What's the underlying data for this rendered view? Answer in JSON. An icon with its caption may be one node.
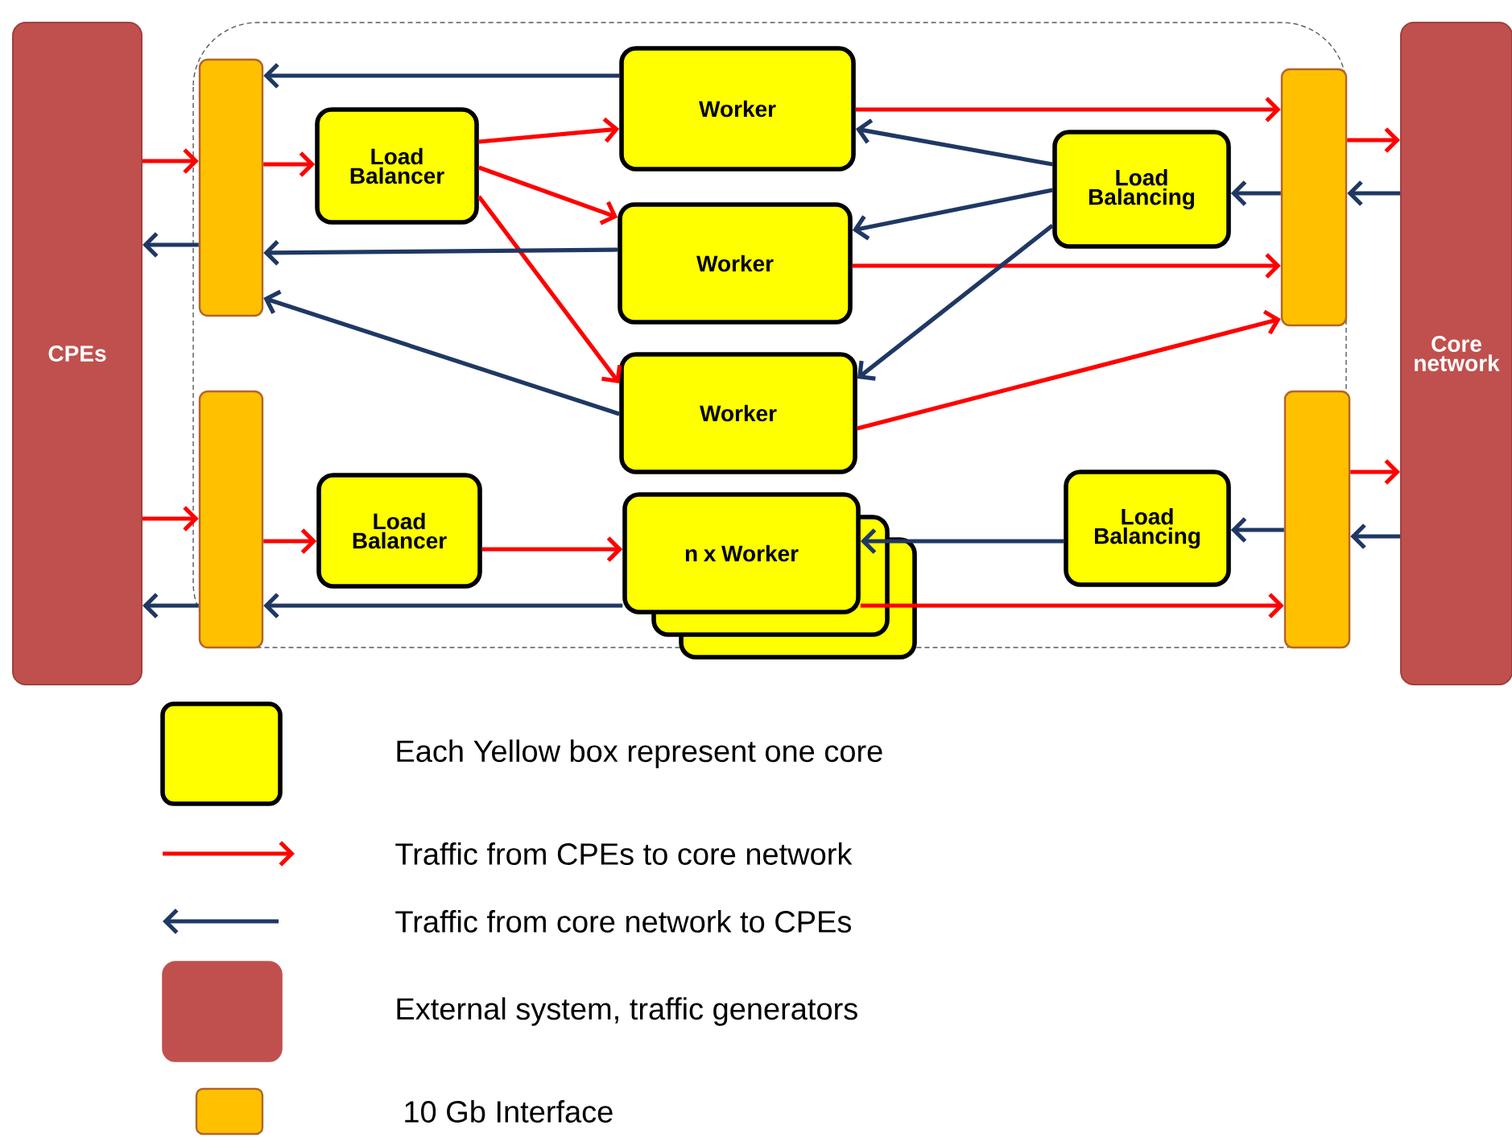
{
  "diagram": {
    "nodes": [
      {
        "text": [
          "CPEs"
        ]
      },
      {
        "text": [],
        "shape": "bar"
      },
      {
        "text": [],
        "shape": "bar"
      },
      {
        "text": [
          "Load Balancer"
        ]
      },
      {
        "text": [
          "Load Balancer"
        ]
      },
      {
        "text": [
          "Worker"
        ]
      },
      {
        "text": [
          "Worker"
        ]
      },
      {
        "text": [
          "Worker"
        ]
      },
      {
        "text": [
          "n x Worker"
        ]
      },
      {
        "text": [
          "Load Balancing"
        ]
      },
      {
        "text": [
          "Load Balancing"
        ]
      },
      {
        "text": [],
        "shape": "bar"
      },
      {
        "text": [],
        "shape": "bar"
      },
      {
        "text": [
          "Core network"
        ]
      }
    ],
    "edges": [
      {
        "from": 0,
        "to": 1,
        "arrow": "to",
        "color": "#ff0000"
      },
      {
        "from": 1,
        "to": 3,
        "arrow": "to",
        "color": "#ff0000"
      },
      {
        "from": 3,
        "to": 5,
        "arrow": "to",
        "color": "#ff0000"
      },
      {
        "from": 3,
        "to": 6,
        "arrow": "to",
        "color": "#ff0000"
      },
      {
        "from": 3,
        "to": 7,
        "arrow": "to",
        "color": "#ff0000"
      },
      {
        "from": 5,
        "to": 11,
        "arrow": "to",
        "color": "#ff0000"
      },
      {
        "from": 6,
        "to": 11,
        "arrow": "to",
        "color": "#ff0000"
      },
      {
        "from": 7,
        "to": 11,
        "arrow": "to",
        "color": "#ff0000"
      },
      {
        "from": 11,
        "to": 13,
        "arrow": "to",
        "color": "#ff0000"
      },
      {
        "from": 13,
        "to": 11,
        "arrow": "to",
        "color": "#1f3864"
      },
      {
        "from": 11,
        "to": 9,
        "arrow": "to",
        "color": "#1f3864"
      },
      {
        "from": 9,
        "to": 5,
        "arrow": "to",
        "color": "#1f3864"
      },
      {
        "from": 9,
        "to": 6,
        "arrow": "to",
        "color": "#1f3864"
      },
      {
        "from": 9,
        "to": 7,
        "arrow": "to",
        "color": "#1f3864"
      },
      {
        "from": 5,
        "to": 1,
        "arrow": "to",
        "color": "#1f3864"
      },
      {
        "from": 6,
        "to": 1,
        "arrow": "to",
        "color": "#1f3864"
      },
      {
        "from": 7,
        "to": 1,
        "arrow": "to",
        "color": "#1f3864"
      },
      {
        "from": 1,
        "to": 0,
        "arrow": "to",
        "color": "#1f3864"
      },
      {
        "from": 0,
        "to": 2,
        "arrow": "to",
        "color": "#ff0000"
      },
      {
        "from": 2,
        "to": 4,
        "arrow": "to",
        "color": "#ff0000"
      },
      {
        "from": 4,
        "to": 8,
        "arrow": "to",
        "color": "#ff0000"
      },
      {
        "from": 8,
        "to": 12,
        "arrow": "to",
        "color": "#ff0000"
      },
      {
        "from": 12,
        "to": 13,
        "arrow": "to",
        "color": "#ff0000"
      },
      {
        "from": 13,
        "to": 12,
        "arrow": "to",
        "color": "#1f3864"
      },
      {
        "from": 12,
        "to": 10,
        "arrow": "to",
        "color": "#1f3864"
      },
      {
        "from": 10,
        "to": 8,
        "arrow": "to",
        "color": "#1f3864"
      },
      {
        "from": 8,
        "to": 2,
        "arrow": "to",
        "color": "#1f3864"
      },
      {
        "from": 2,
        "to": 0,
        "arrow": "to",
        "color": "#1f3864"
      }
    ],
    "legend": [
      {
        "text": "Each Yellow box represent one core",
        "color": "#ffff00"
      },
      {
        "text": "Traffic from CPEs to core network"
      },
      {
        "text": "Traffic from core network to CPEs"
      },
      {
        "text": "External system, traffic generators",
        "color": "#c0504d"
      },
      {
        "text": "10 Gb Interface",
        "color": "#ffc000"
      }
    ]
  }
}
